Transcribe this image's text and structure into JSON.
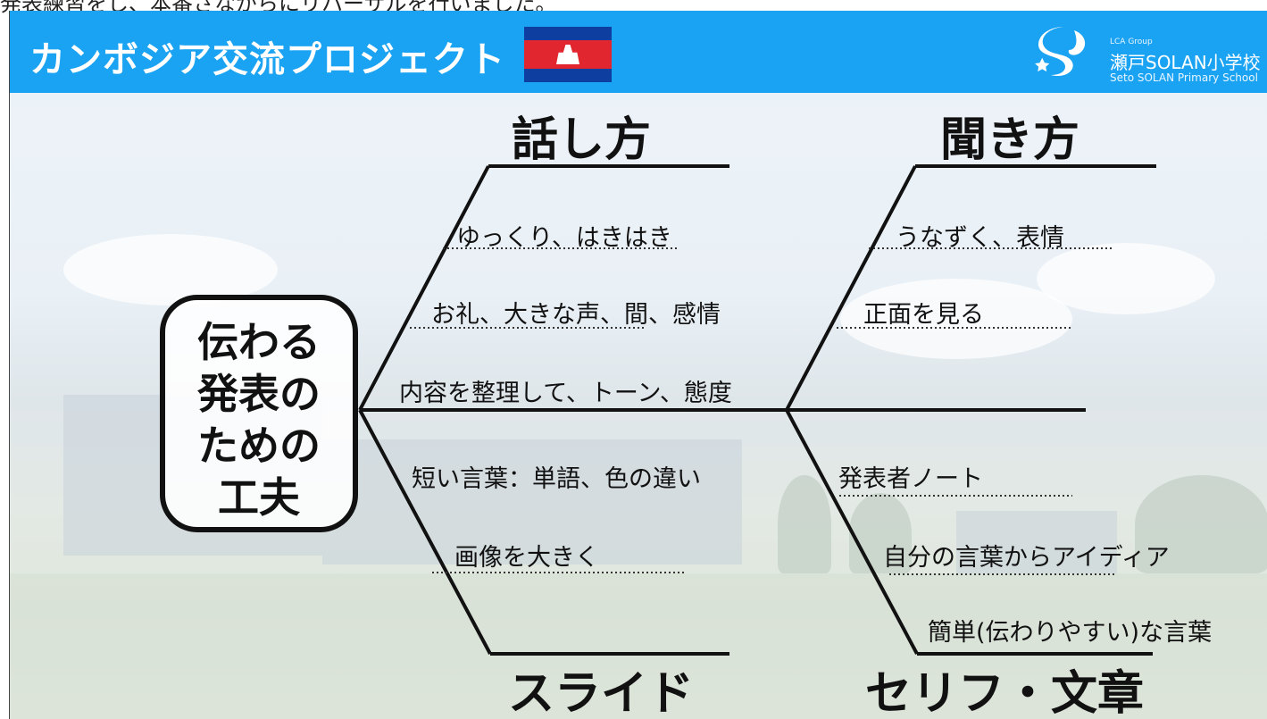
{
  "caption": "発表練習をし、本番さながらにリハーサルを行いました。",
  "header": {
    "title": "カンボジア交流プロジェクト",
    "logo": {
      "group": "LCA Group",
      "name": "瀬戸SOLAN小学校",
      "name_en": "Seto SOLAN Primary School"
    },
    "flag_icon": "cambodia-flag-icon",
    "colors": {
      "bar": "#1aa3f2",
      "flag_blue": "#0f3ea1",
      "flag_red": "#e2262f"
    }
  },
  "diagram": {
    "center": "伝わる\n発表の\nための\n工夫",
    "branches": {
      "speaking": {
        "title": "話し方",
        "items": [
          "ゆっくり、はきはき",
          "お礼、大きな声、間、感情",
          "内容を整理して、トーン、態度"
        ]
      },
      "listening": {
        "title": "聞き方",
        "items": [
          "うなずく、表情",
          "正面を見る"
        ]
      },
      "slides": {
        "title": "スライド",
        "items": [
          "短い言葉：単語、色の違い",
          "画像を大きく"
        ]
      },
      "script": {
        "title": "セリフ・文章",
        "items": [
          "発表者ノート",
          "自分の言葉からアイディア",
          "簡単(伝わりやすい)な言葉"
        ]
      }
    }
  }
}
